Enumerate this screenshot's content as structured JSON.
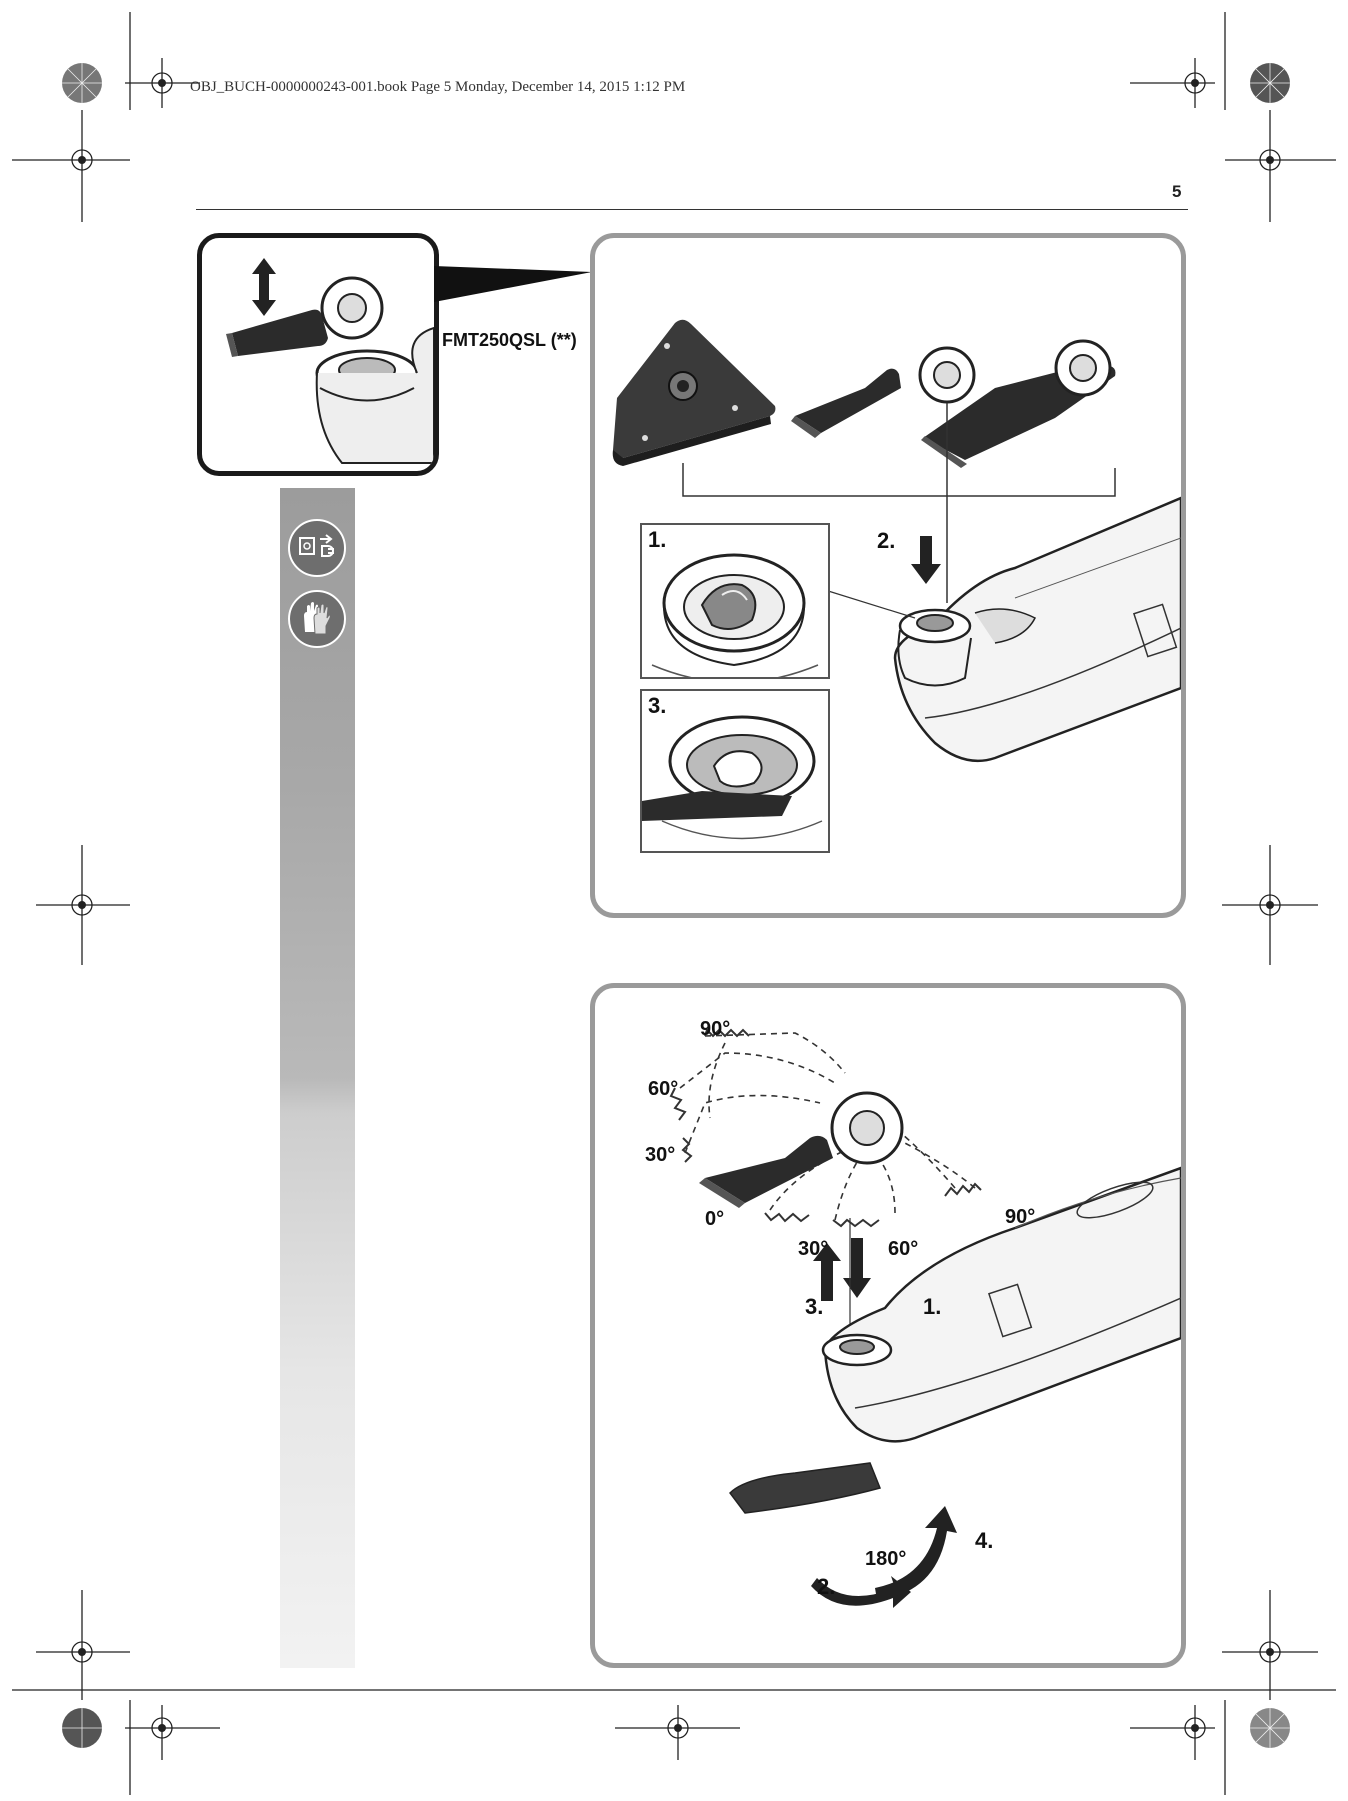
{
  "header": {
    "file_info": "OBJ_BUCH-0000000243-001.book  Page 5  Monday, December 14, 2015  1:12 PM",
    "page_number": "5"
  },
  "figure_top": {
    "model_label": "FMT250QSL (**)",
    "steps": [
      "1.",
      "2.",
      "3."
    ]
  },
  "figure_bottom": {
    "angles": [
      "90°",
      "60°",
      "30°",
      "0°",
      "30°",
      "60°",
      "90°",
      "180°"
    ],
    "steps": [
      "1.",
      "2.",
      "3.",
      "4."
    ]
  },
  "sidebar": {
    "icons": [
      "unplug-icon",
      "gloves-icon"
    ]
  },
  "colors": {
    "panel_border": "#9a9a9a",
    "sidebar_gray": "#a8a8a8",
    "icon_fill": "#6e6e6e"
  }
}
